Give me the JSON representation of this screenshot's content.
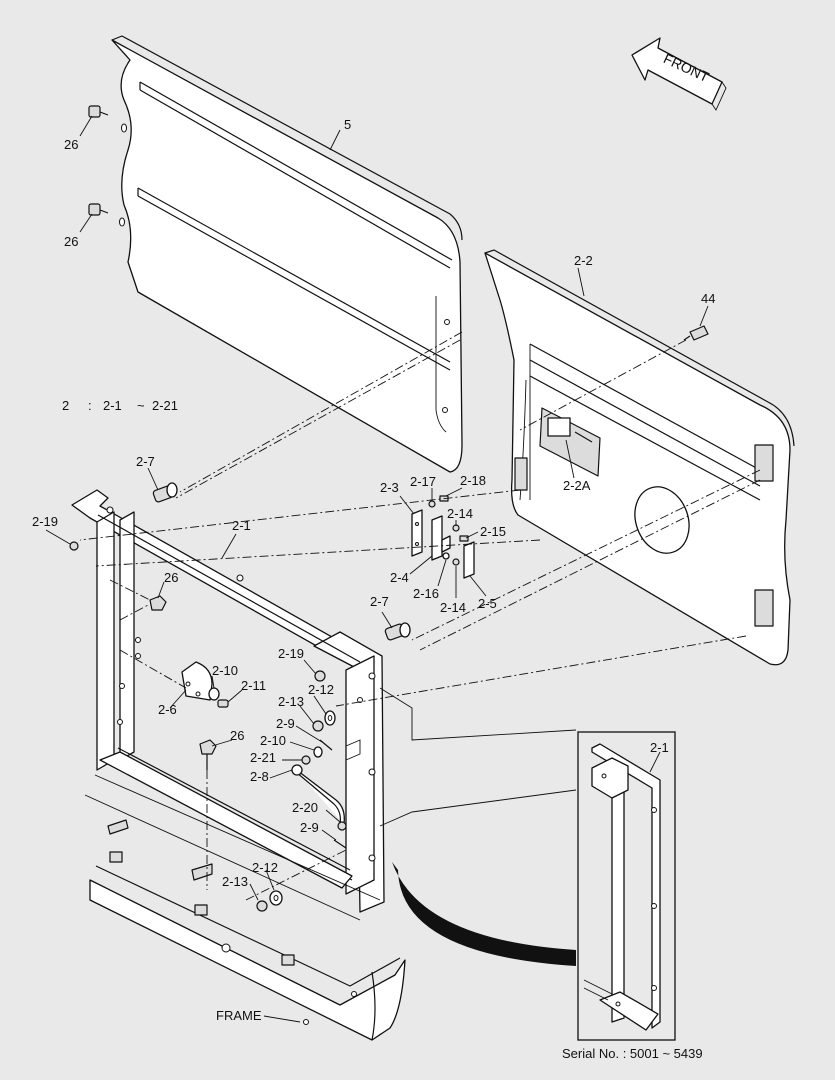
{
  "labels": {
    "p5": "5",
    "p26a": "26",
    "p26b": "26",
    "p26c": "26",
    "p26d": "26",
    "p2_2": "2-2",
    "p44": "44",
    "p2_2A": "2-2A",
    "p2_1a": "2-1",
    "p2_1b": "2-1",
    "p2_7a": "2-7",
    "p2_7b": "2-7",
    "p2_19a": "2-19",
    "p2_19b": "2-19",
    "p2_3": "2-3",
    "p2_17": "2-17",
    "p2_18": "2-18",
    "p2_14a": "2-14",
    "p2_14b": "2-14",
    "p2_15": "2-15",
    "p2_4": "2-4",
    "p2_16": "2-16",
    "p2_5": "2-5",
    "p2_10a": "2-10",
    "p2_10b": "2-10",
    "p2_11": "2-11",
    "p2_6": "2-6",
    "p2_12a": "2-12",
    "p2_12b": "2-12",
    "p2_13a": "2-13",
    "p2_13b": "2-13",
    "p2_9a": "2-9",
    "p2_9b": "2-9",
    "p2_21": "2-21",
    "p2_8": "2-8",
    "p2_20": "2-20",
    "frame": "FRAME"
  },
  "front_arrow": "FRONT",
  "assembly_note": {
    "num": "2",
    "colon": ":",
    "range_start": "2-1",
    "tilde": "~",
    "range_end": "2-21"
  },
  "serial_note": "Serial No. : 5001 ~ 5439",
  "icon": "front-direction-arrow"
}
